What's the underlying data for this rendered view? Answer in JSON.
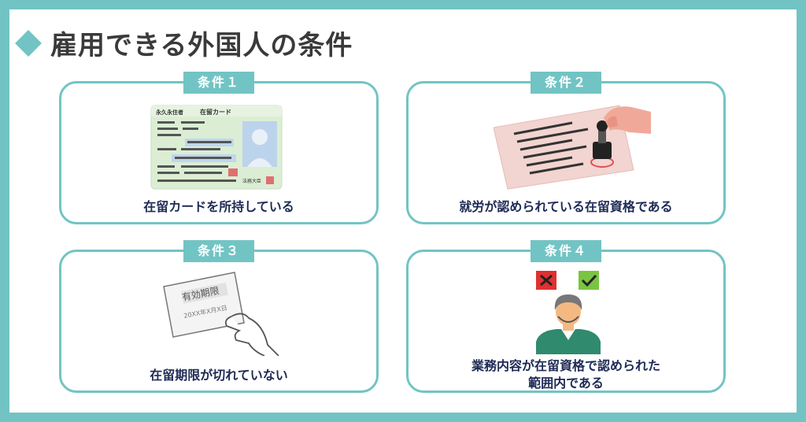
{
  "title": "雇用できる外国人の条件",
  "colors": {
    "accent": "#72c4c4",
    "caption_text": "#1e2a55",
    "title_text": "#3a3a3a"
  },
  "card_image": {
    "header_left": "永久永住者",
    "header_center": "在留カード",
    "stamp_text": "法務大臣"
  },
  "expiry_card_image": {
    "label": "有効期限",
    "date": "20XX年X月X日"
  },
  "conditions": [
    {
      "tag": "条件１",
      "caption": "在留カードを所持している",
      "icon": "residence-card-icon"
    },
    {
      "tag": "条件２",
      "caption": "就労が認められている在留資格である",
      "icon": "stamp-document-icon"
    },
    {
      "tag": "条件３",
      "caption": "在留期限が切れていない",
      "icon": "expiry-card-icon"
    },
    {
      "tag": "条件４",
      "caption_lines": [
        "業務内容が在留資格で認められた",
        "範囲内である"
      ],
      "icon": "worker-check-icon"
    }
  ]
}
